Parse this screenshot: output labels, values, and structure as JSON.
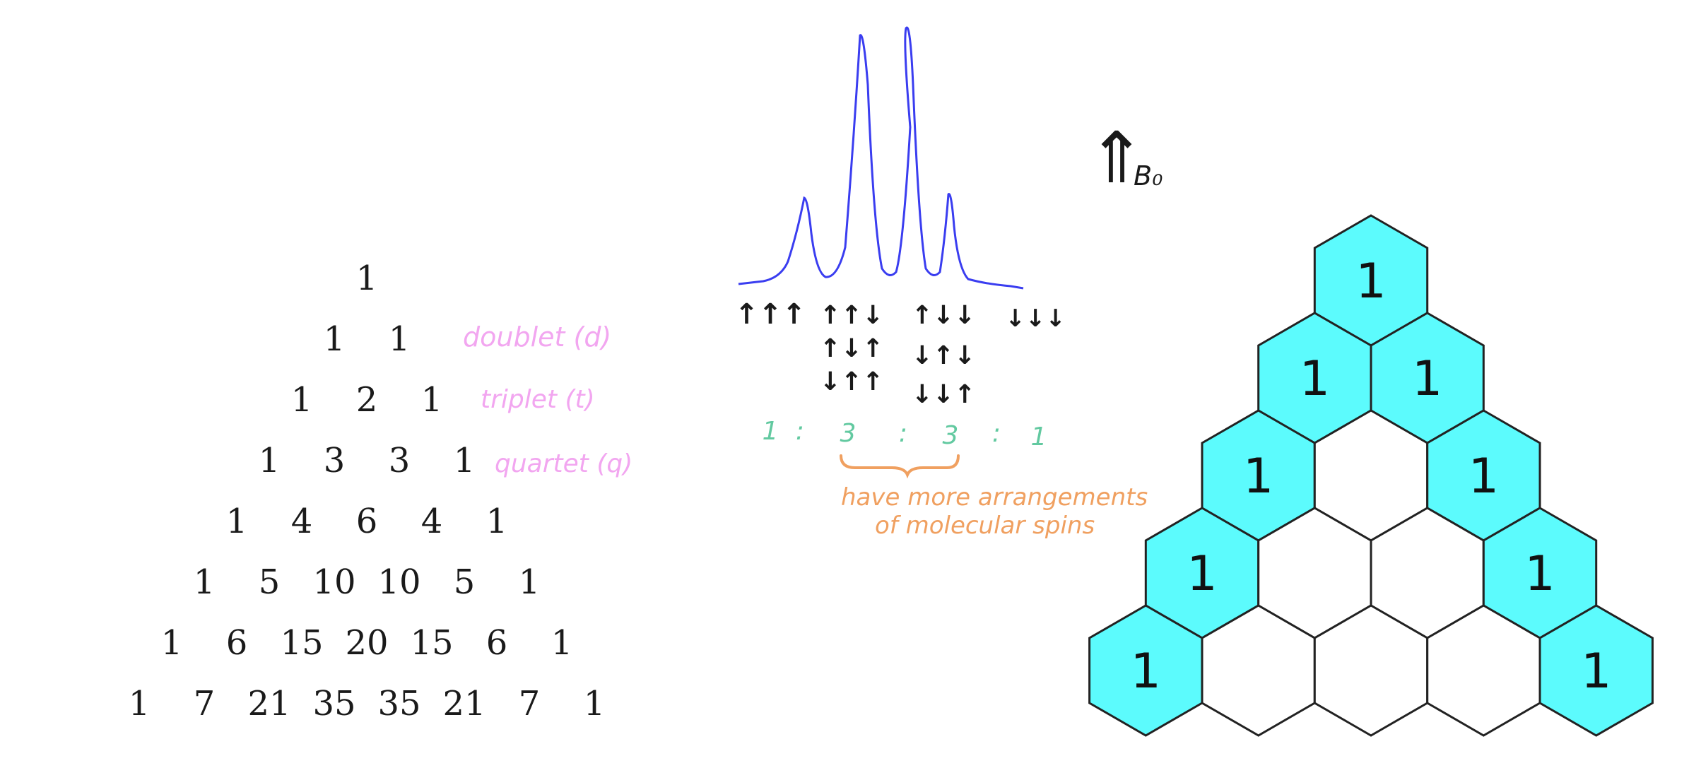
{
  "pascal_rows": [
    [
      "1"
    ],
    [
      "1",
      "1"
    ],
    [
      "1",
      "2",
      "1"
    ],
    [
      "1",
      "3",
      "3",
      "1"
    ],
    [
      "1",
      "4",
      "6",
      "4",
      "1"
    ],
    [
      "1",
      "5",
      "10",
      "10",
      "5",
      "1"
    ],
    [
      "1",
      "6",
      "15",
      "20",
      "15",
      "6",
      "1"
    ],
    [
      "1",
      "7",
      "21",
      "35",
      "35",
      "21",
      "7",
      "1"
    ]
  ],
  "multiplicity_labels": {
    "doublet": "doublet  (d)",
    "triplet": "triplet  (t)",
    "quartet": "quartet  (q)"
  },
  "spin_states": {
    "col1": [
      "↑↑↑"
    ],
    "col2": [
      "↑↑↓",
      "↑↓↑",
      "↓↑↑"
    ],
    "col3": [
      "↑↓↓",
      "↓↑↓",
      "↓↓↑"
    ],
    "col4": [
      "↓↓↓"
    ]
  },
  "ratio": [
    "1",
    ":",
    "3",
    ":",
    "3",
    ":",
    "1"
  ],
  "arrangement_note": [
    "have more arrangements",
    "of molecular spins"
  ],
  "field_label": "B₀",
  "field_arrow": "⇑",
  "hex_one": "1",
  "colors": {
    "spectrum": "#3a3df0",
    "hex_fill": "#5cfbfd",
    "pink": "#f2a6f0",
    "green": "#62c9a0",
    "orange": "#f0a060"
  }
}
